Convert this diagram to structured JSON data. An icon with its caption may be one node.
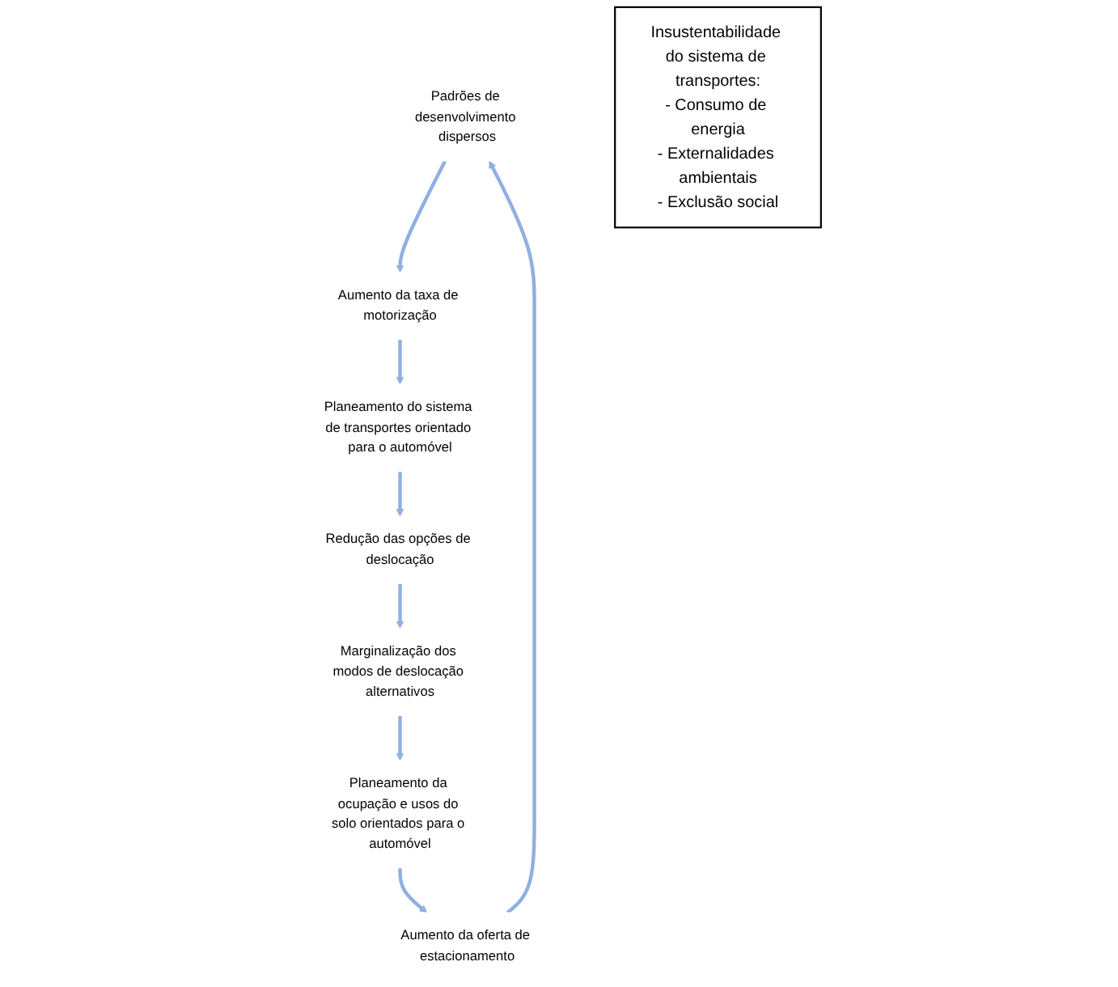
{
  "diagram": {
    "nodes": [
      {
        "text": [
          "Padrões de desenvolvimento dispersos"
        ]
      },
      {
        "text": [
          "Aumento da taxa de motorização"
        ]
      },
      {
        "text": [
          "Planeamento do sistema de transportes orientado para o automóvel"
        ]
      },
      {
        "text": [
          "Redução das opções de deslocação"
        ]
      },
      {
        "text": [
          "Marginalização dos modos de deslocação alternativos"
        ]
      },
      {
        "text": [
          "Planeamento da ocupação e usos do solo orientados para o automóvel"
        ]
      },
      {
        "text": [
          "Aumento da oferta de estacionamento"
        ]
      },
      {
        "text": [
          "Insustentabilidade do sistema de transportes:",
          "- Consumo de energia",
          "- Externalidades ambientais",
          "- Exclusão social"
        ]
      }
    ],
    "edges": [
      {
        "from": 0,
        "to": 1,
        "arrow": "to"
      },
      {
        "from": 1,
        "to": 2,
        "arrow": "to"
      },
      {
        "from": 2,
        "to": 3,
        "arrow": "to"
      },
      {
        "from": 3,
        "to": 4,
        "arrow": "to"
      },
      {
        "from": 4,
        "to": 5,
        "arrow": "to"
      },
      {
        "from": 5,
        "to": 6,
        "arrow": "to"
      },
      {
        "from": 6,
        "to": 0,
        "arrow": "to"
      }
    ]
  }
}
